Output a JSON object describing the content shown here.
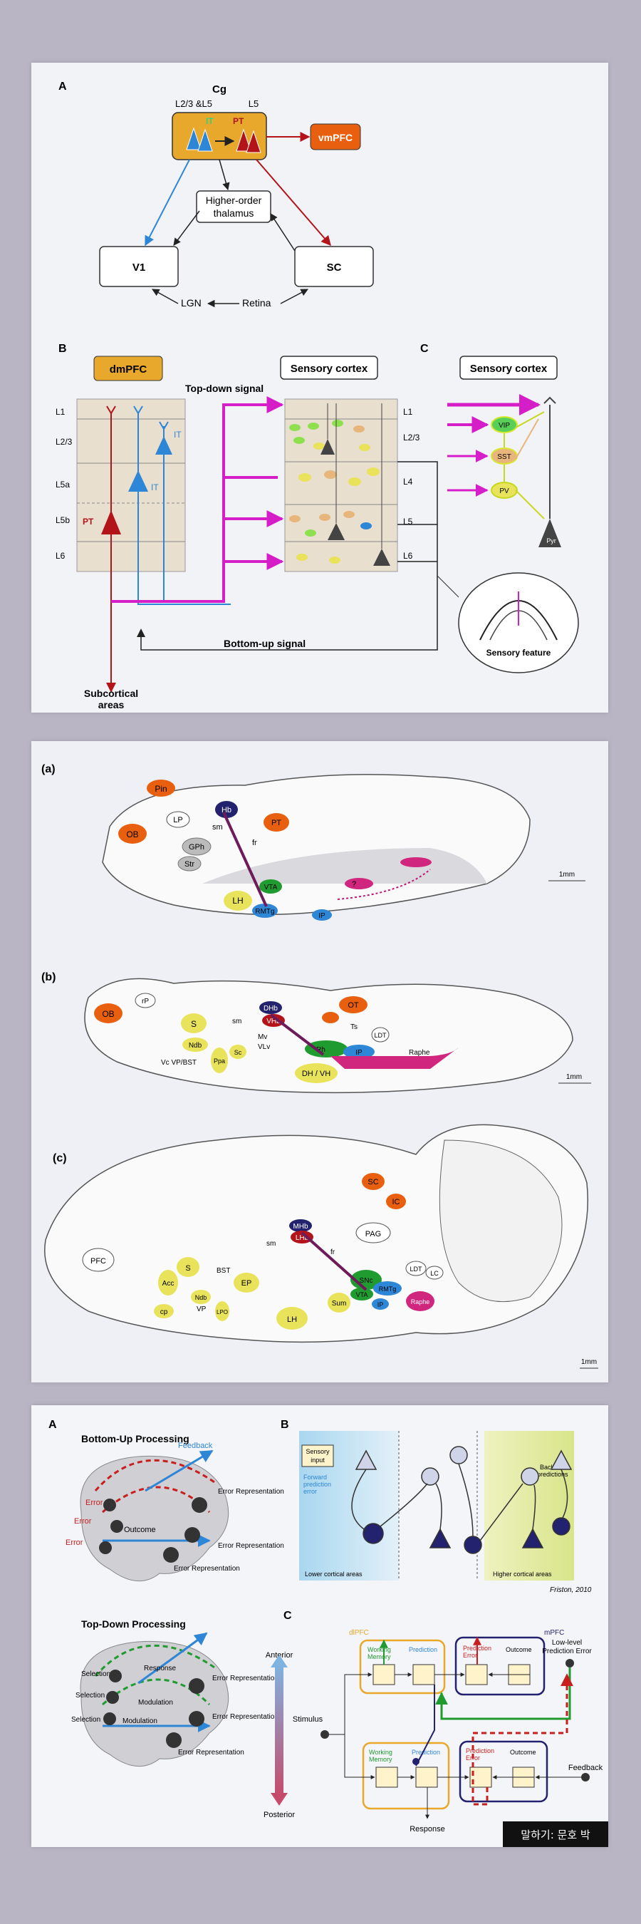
{
  "slide1": {
    "panel_a": {
      "letter": "A",
      "cg": "Cg",
      "layer_l23_l5": "L2/3 &L5",
      "layer_l5": "L5",
      "it": "IT",
      "pt": "PT",
      "vmpfc": "vmPFC",
      "higher_order_1": "Higher-order",
      "higher_order_2": "thalamus",
      "v1": "V1",
      "sc": "SC",
      "lgn": "LGN",
      "retina": "Retina"
    },
    "panel_b": {
      "letter": "B",
      "dmpfc": "dmPFC",
      "sensory_cortex": "Sensory cortex",
      "top_down": "Top-down signal",
      "bottom_up": "Bottom-up signal",
      "subcortical_1": "Subcortical",
      "subcortical_2": "areas",
      "pt": "PT",
      "it1": "IT",
      "it2": "IT",
      "layers_left": [
        "L1",
        "L2/3",
        "L5a",
        "L5b",
        "L6"
      ],
      "layers_right": [
        "L1",
        "L2/3",
        "L4",
        "L5",
        "L6"
      ]
    },
    "panel_c": {
      "letter": "C",
      "sensory_cortex": "Sensory cortex",
      "vip": "VIP",
      "sst": "SST",
      "pv": "PV",
      "pyr": "Pyr",
      "sensory_feature": "Sensory feature"
    }
  },
  "slide2": {
    "labels": [
      "(a)",
      "(b)",
      "(c)"
    ],
    "scale": "1mm",
    "a": {
      "pin": "Pin",
      "ob": "OB",
      "lp": "LP",
      "hb": "Hb",
      "sm": "sm",
      "pt": "PT",
      "gph": "GPh",
      "str": "Str",
      "fr": "fr",
      "lh": "LH",
      "vta": "VTA",
      "rmtg": "RMTg",
      "ip": "IP",
      "q": "?"
    },
    "b": {
      "rp": "rP",
      "ob": "OB",
      "s": "S",
      "ndb": "Ndb",
      "dhb": "DHb",
      "vhb": "VHb",
      "ot": "OT",
      "ts": "Ts",
      "sm": "sm",
      "mv": "Mv",
      "vlv": "VLv",
      "ldt": "LDT",
      "rh": "Rh",
      "ppa": "Ppa",
      "sc": "Sc",
      "ip": "IP",
      "raphe": "Raphe",
      "dhvh": "DH / VH",
      "vmbst": "Vc VP/BST"
    },
    "c": {
      "pfc": "PFC",
      "sc": "SC",
      "ic": "IC",
      "mhb": "MHb",
      "lhb": "LHb",
      "pag": "PAG",
      "ldt": "LDT",
      "lc": "LC",
      "acc": "Acc",
      "s": "S",
      "bst": "BST",
      "ep": "EP",
      "ndb": "Ndb",
      "vp": "VP",
      "cp": "cp",
      "lpo": "LPO",
      "sm": "sm",
      "fr": "fr",
      "sum": "Sum",
      "lh": "LH",
      "snc": "SNc",
      "vta": "VTA",
      "rmtg": "RMTg",
      "ip": "IP",
      "raphe": "Raphe"
    }
  },
  "slide3": {
    "panel_a": {
      "letter": "A",
      "bottom_up_title": "Bottom-Up Processing",
      "feedback": "Feedback",
      "error": "Error",
      "outcome": "Outcome",
      "error_representation": "Error Representation",
      "top_down_title": "Top-Down Processing",
      "selection": "Selection",
      "response": "Response",
      "modulation": "Modulation"
    },
    "panel_b": {
      "letter": "B",
      "sensory_input_1": "Sensory",
      "sensory_input_2": "input",
      "forward_1": "Forward",
      "forward_2": "prediction",
      "forward_3": "error",
      "backward_1": "Backward",
      "backward_2": "predictions",
      "lower": "Lower cortical areas",
      "higher": "Higher cortical areas",
      "citation": "Friston, 2010"
    },
    "panel_c": {
      "letter": "C",
      "dlpfc": "dlPFC",
      "mpfc": "mPFC",
      "working_memory_1": "Working",
      "working_memory_2": "Memory",
      "prediction": "Prediction",
      "prediction_error_1": "Prediction",
      "prediction_error_2": "Error",
      "outcome": "Outcome",
      "low_level_1": "Low-level",
      "low_level_2": "Prediction Error",
      "anterior": "Anterior",
      "posterior": "Posterior",
      "stimulus": "Stimulus",
      "feedback": "Feedback",
      "response": "Response"
    },
    "subtitle": "말하기: 문호 박"
  },
  "colors": {
    "it_blue": "#2e86d6",
    "pt_red": "#b3141a",
    "magenta": "#d61ec8",
    "orange": "#e8600f",
    "gold": "#e7a82b",
    "green_arrow": "#1f9b2f",
    "navy": "#23226e"
  }
}
